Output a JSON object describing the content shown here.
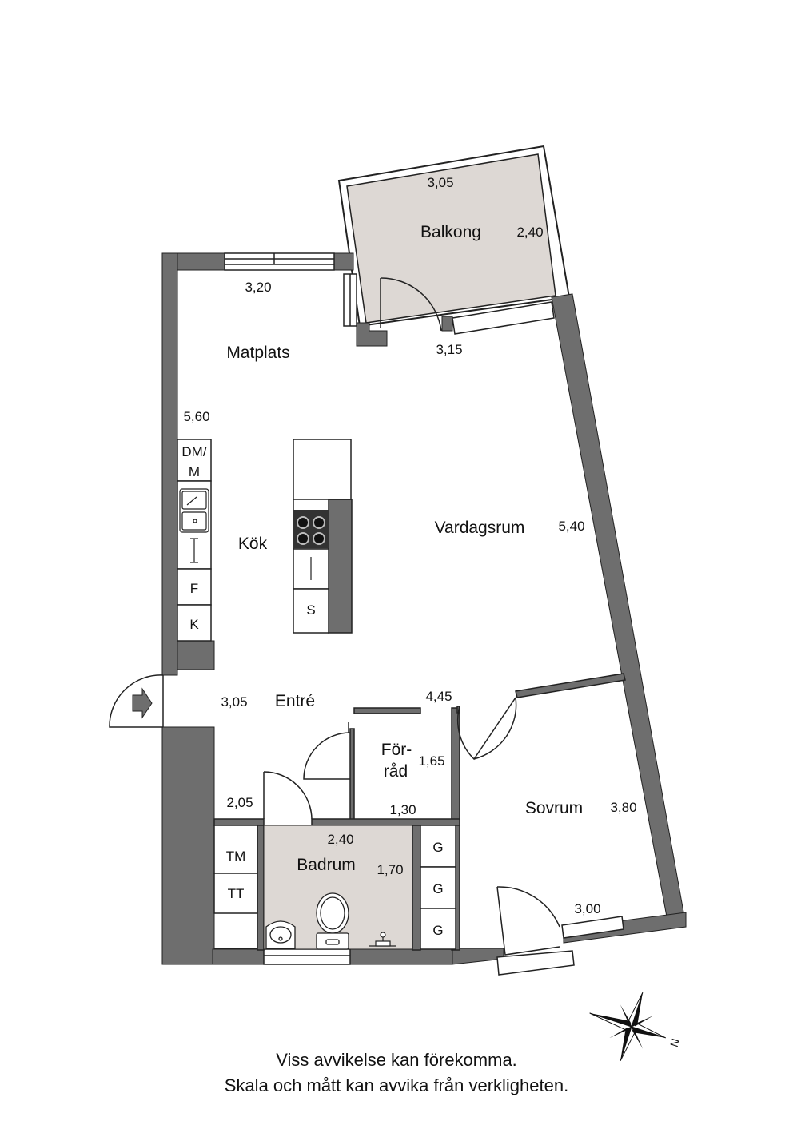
{
  "colors": {
    "wall": "#6e6e6e",
    "tile": "#ddd8d4",
    "line": "#222222",
    "text": "#111111"
  },
  "rooms": {
    "balkong": "Balkong",
    "matplats": "Matplats",
    "kok": "Kök",
    "vardagsrum": "Vardagsrum",
    "entre": "Entré",
    "forrad_1": "För-",
    "forrad_2": "råd",
    "sovrum": "Sovrum",
    "badrum": "Badrum"
  },
  "dimensions": {
    "balkong_width": "3,05",
    "balkong_depth": "2,40",
    "matplats_width": "3,20",
    "balkong_door_wall": "3,15",
    "kok_length": "5,60",
    "vardagsrum_length": "5,40",
    "entre_width": "3,05",
    "vardagsrum_width": "4,45",
    "forrad_depth": "1,65",
    "forrad_width": "1,30",
    "entre_depth": "2,05",
    "badrum_width": "2,40",
    "badrum_depth": "1,70",
    "sovrum_depth": "3,80",
    "sovrum_width": "3,00"
  },
  "appliances": {
    "dishwasher_1": "DM/",
    "dishwasher_2": "M",
    "fridge": "F",
    "freezer": "K",
    "island_drawer": "S",
    "washer": "TM",
    "dryer": "TT",
    "wardrobe_1": "G",
    "wardrobe_2": "G",
    "wardrobe_3": "G"
  },
  "compass": {
    "north_label": "N"
  },
  "disclaimer": {
    "line1": "Viss avvikelse kan förekomma.",
    "line2": "Skala och mått kan avvika från verkligheten."
  }
}
